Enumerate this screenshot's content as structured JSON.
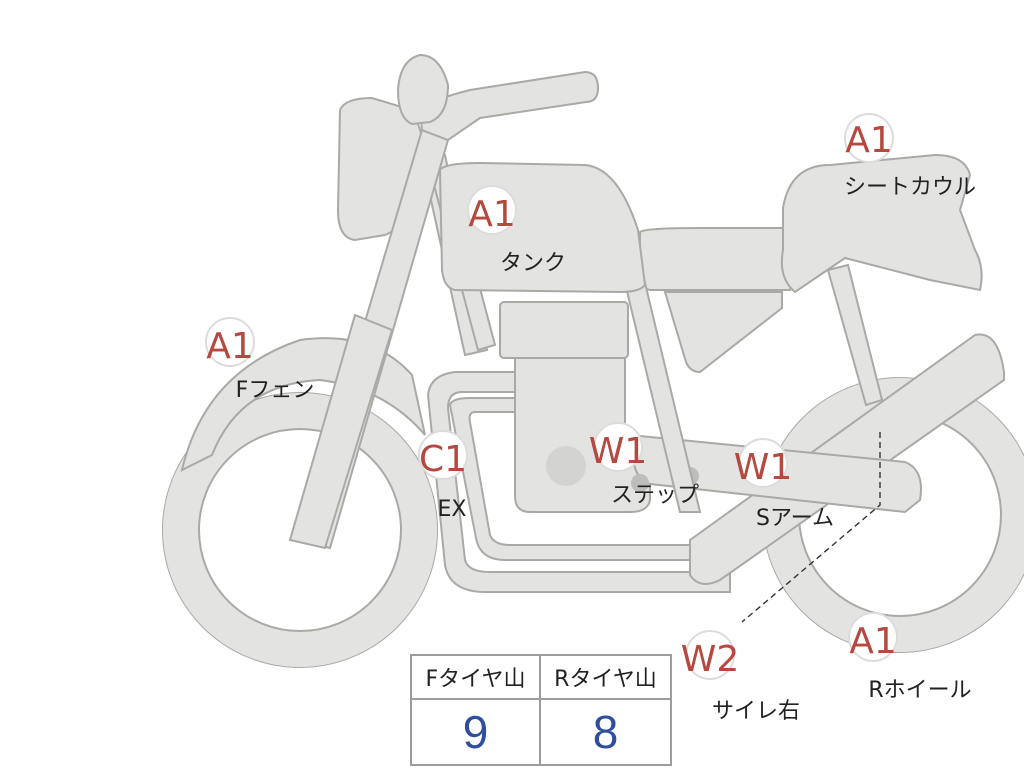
{
  "colors": {
    "badge": "#b5493f",
    "value": "#2f4f9c",
    "bike": "#e3e3e1"
  },
  "annotations": [
    {
      "id": "seat-cowl",
      "code": "A1",
      "label": "シートカウル"
    },
    {
      "id": "tank",
      "code": "A1",
      "label": "タンク"
    },
    {
      "id": "front-fender",
      "code": "A1",
      "label": "Fフェン"
    },
    {
      "id": "exhaust",
      "code": "C1",
      "label": "EX"
    },
    {
      "id": "step",
      "code": "W1",
      "label": "ステップ"
    },
    {
      "id": "swing-arm",
      "code": "W1",
      "label": "Sアーム"
    },
    {
      "id": "silencer-right",
      "code": "W2",
      "label": "サイレ右"
    },
    {
      "id": "rear-wheel",
      "code": "A1",
      "label": "Rホイール"
    }
  ],
  "tire_table": {
    "front_header": "Fタイヤ山",
    "rear_header": "Rタイヤ山",
    "front_value": "9",
    "rear_value": "8"
  }
}
